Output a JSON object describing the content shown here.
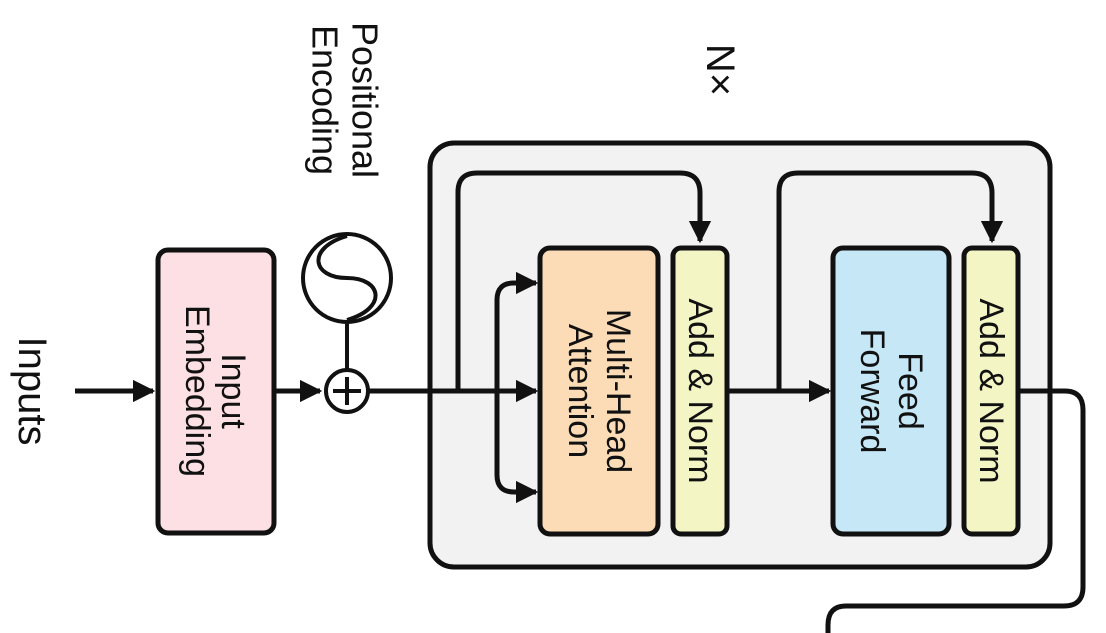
{
  "labels": {
    "inputs": "Inputs",
    "positional_line1": "Positional",
    "positional_line2": "Encoding",
    "embedding_line1": "Input",
    "embedding_line2": "Embedding",
    "repeat": "N×",
    "mha_line1": "Multi-Head",
    "mha_line2": "Attention",
    "add_norm_1": "Add & Norm",
    "ff_line1": "Feed",
    "ff_line2": "Forward",
    "add_norm_2": "Add & Norm"
  },
  "colors": {
    "embedding": "#fce0e4",
    "attention": "#fcdcb6",
    "add_norm": "#f4f5c4",
    "feed_forward": "#c6e7f6",
    "encoder_block": "#f2f2f2",
    "stroke": "#111111"
  }
}
